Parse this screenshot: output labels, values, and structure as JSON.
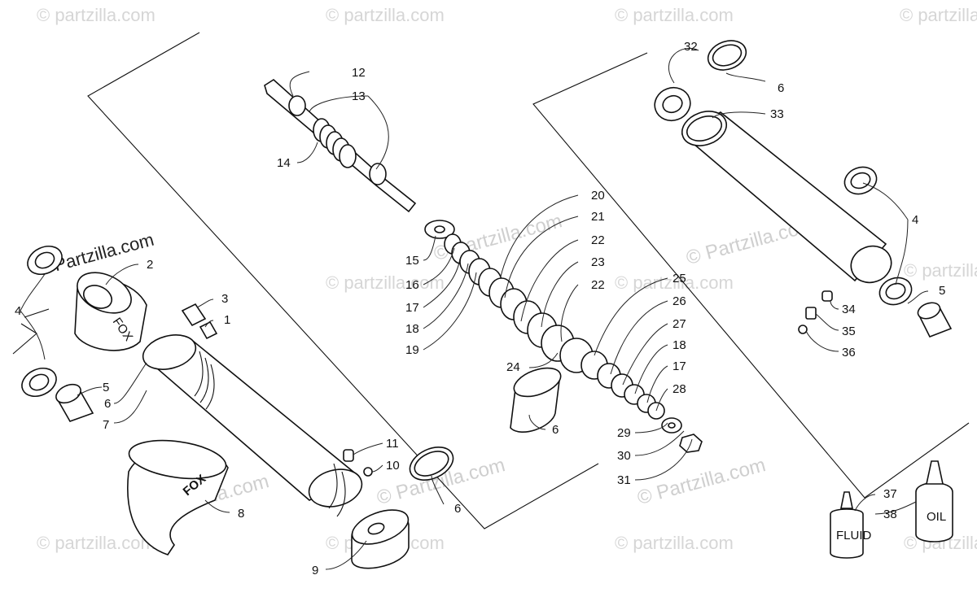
{
  "watermark": {
    "text": "© Partzilla.com",
    "text_lower": "© partzilla.com"
  },
  "labels": {
    "fox_small": "FOX",
    "fox_large": "FOX",
    "fluid": "FLUID",
    "oil": "OIL"
  },
  "callouts": [
    "1",
    "2",
    "3",
    "4",
    "5",
    "6",
    "7",
    "8",
    "9",
    "10",
    "11",
    "12",
    "13",
    "14",
    "15",
    "16",
    "17",
    "18",
    "19",
    "20",
    "21",
    "22",
    "23",
    "24",
    "25",
    "26",
    "27",
    "28",
    "29",
    "30",
    "31",
    "32",
    "33",
    "34",
    "35",
    "36",
    "37",
    "38"
  ]
}
